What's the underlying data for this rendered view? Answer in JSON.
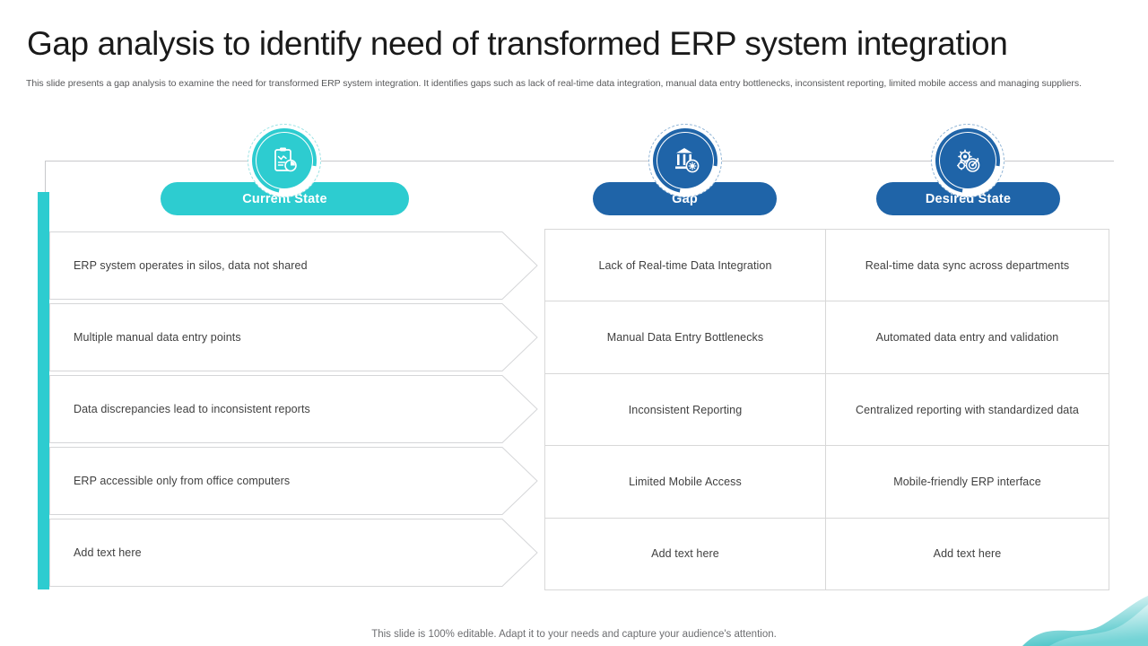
{
  "slide": {
    "title": "Gap analysis to identify need of transformed ERP system integration",
    "subtitle": "This slide presents a gap analysis to examine the need for transformed ERP system integration. It identifies gaps such as lack of real-time data integration, manual data entry bottlenecks, inconsistent reporting, limited mobile access and managing suppliers.",
    "footer": "This slide is 100% editable. Adapt it to your needs and capture your audience's attention."
  },
  "colors": {
    "teal": "#2dccd0",
    "blue": "#1f64a8",
    "text": "#404040",
    "border": "#d8d8d8",
    "line": "#c8c9cb"
  },
  "columns": {
    "current_state": {
      "label": "Current State",
      "icon": "clipboard-chart-icon"
    },
    "gap": {
      "label": "Gap",
      "icon": "bank-gear-icon"
    },
    "desired_state": {
      "label": "Desired State",
      "icon": "gears-target-icon"
    }
  },
  "rows": [
    {
      "current_state": "ERP system operates in silos, data not shared",
      "gap": "Lack of Real-time Data Integration",
      "desired_state": "Real-time data sync across departments"
    },
    {
      "current_state": "Multiple manual data entry points",
      "gap": "Manual Data Entry Bottlenecks",
      "desired_state": "Automated data entry and validation"
    },
    {
      "current_state": "Data discrepancies lead to inconsistent reports",
      "gap": "Inconsistent Reporting",
      "desired_state": "Centralized reporting with standardized data"
    },
    {
      "current_state": "ERP accessible only from office computers",
      "gap": "Limited Mobile Access",
      "desired_state": "Mobile-friendly ERP interface"
    },
    {
      "current_state": "Add text here",
      "gap": "Add text here",
      "desired_state": "Add text here"
    }
  ]
}
